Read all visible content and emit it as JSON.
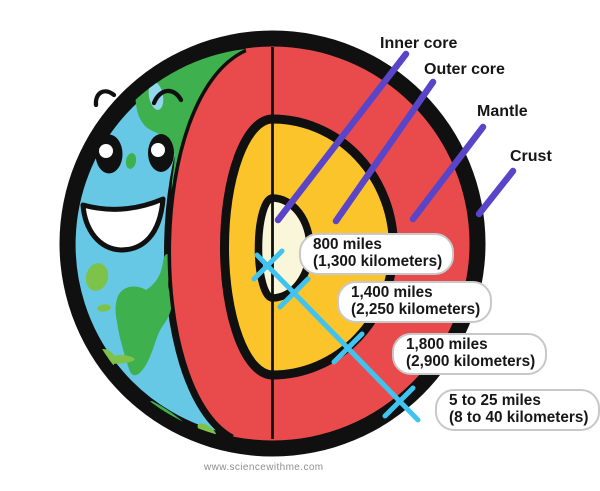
{
  "diagram": {
    "subject": "earth-layers-cutaway",
    "footer": {
      "website": "www.sciencewithme.com"
    }
  },
  "layer_labels": [
    {
      "label": "Inner core"
    },
    {
      "label": "Outer core"
    },
    {
      "label": "Mantle"
    },
    {
      "label": "Crust"
    }
  ],
  "measurements": [
    {
      "line1": "800 miles",
      "line2": "(1,300 kilometers)"
    },
    {
      "line1": "1,400 miles",
      "line2": "(2,250 kilometers)"
    },
    {
      "line1": "1,800 miles",
      "line2": "(2,900 kilometers)"
    },
    {
      "line1": "5 to 25 miles",
      "line2": "(8 to 40 kilometers)"
    }
  ],
  "colors": {
    "outline_black": "#101010",
    "mantle_red": "#e94b4d",
    "outer_core_yellow": "#fbc42a",
    "inner_core_cream": "#faf6da",
    "ocean_blue": "#67c8e6",
    "lake_blue": "#93d7ec",
    "continent_green": "#3eb04d",
    "continent_light_green": "#7dc34a",
    "pointer_line_purple": "#5a45c8",
    "measure_line_cyan": "#41c3f0",
    "bubble_border_gray": "#c8c8c8",
    "footer_gray": "#8f8f8f"
  }
}
